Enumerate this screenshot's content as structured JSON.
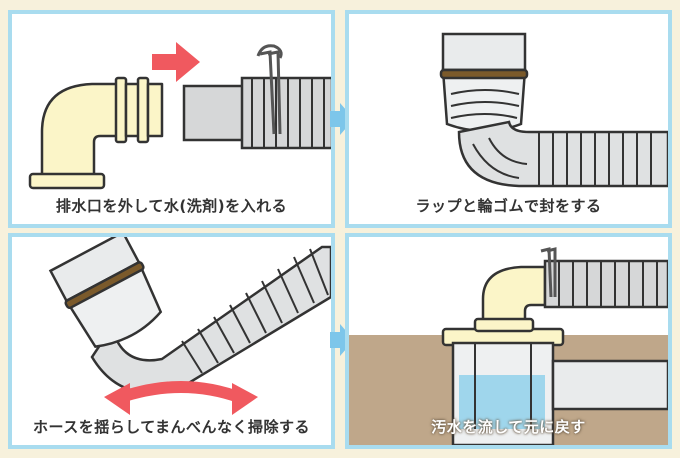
{
  "steps": [
    {
      "caption": "排水口を外して水(洗剤)を入れる"
    },
    {
      "caption": "ラップと輪ゴムで封をする"
    },
    {
      "caption": "ホースを揺らしてまんべんなく掃除する"
    },
    {
      "caption": "汚水を流して元に戻す"
    }
  ],
  "colors": {
    "background": "#f7f1dc",
    "panel_border": "#a9dcef",
    "elbow_cream": "#fbf5c8",
    "hose_gray": "#d6d7d8",
    "flow_arrow": "#f0595f",
    "step_arrow": "#7dc6ea",
    "floor": "#bfa78a",
    "water": "#9fd6ec",
    "rubber_band": "#7b5a2b"
  },
  "icons": [
    "right-arrow-icon",
    "double-arrow-icon",
    "step-arrow-icon"
  ]
}
